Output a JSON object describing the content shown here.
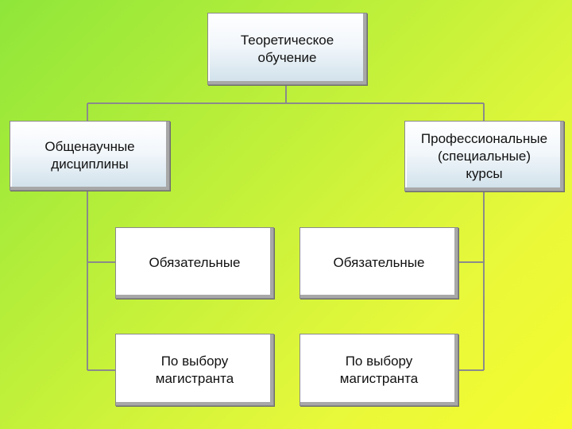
{
  "diagram": {
    "root": {
      "label": "Теоретическое\nобучение"
    },
    "left_branch": {
      "label": "Общенаучные\nдисциплины"
    },
    "right_branch": {
      "label": "Профессиональные\n(специальные)\nкурсы"
    },
    "left_children": [
      {
        "label": "Обязательные"
      },
      {
        "label": "По выбору\nмагистранта"
      }
    ],
    "right_children": [
      {
        "label": "Обязательные"
      },
      {
        "label": "По выбору\nмагистранта"
      }
    ]
  },
  "colors": {
    "background_start": "#8fe63a",
    "background_end": "#f6fb2e",
    "connector": "#8b8b8b",
    "box_border": "#8a8a8a"
  }
}
